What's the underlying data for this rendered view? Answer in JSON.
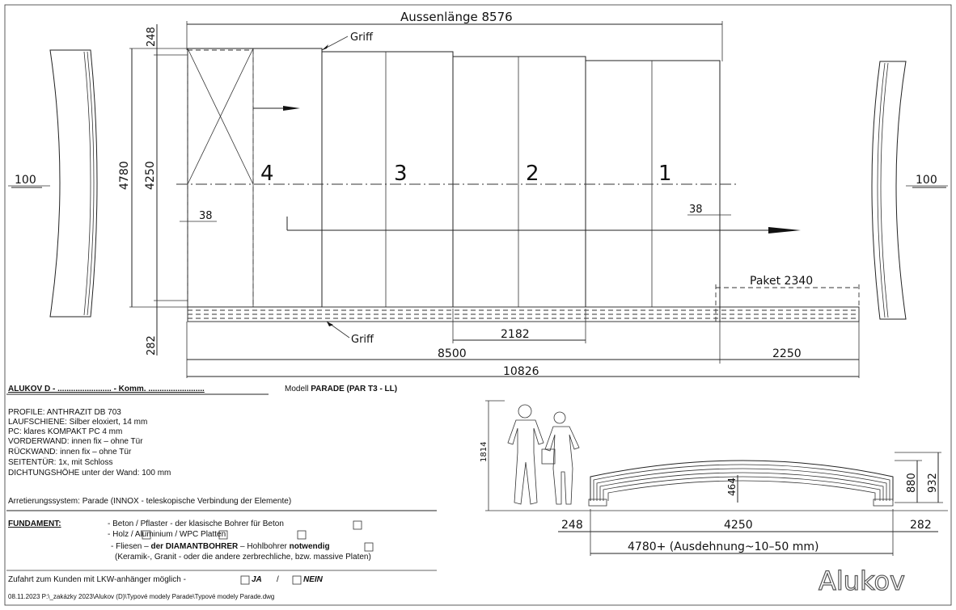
{
  "plan": {
    "outer_length_label": "Aussenlänge 8576",
    "griff_top": "Griff",
    "griff_bottom": "Griff",
    "dim_248": "248",
    "dim_4780": "4780",
    "dim_4250": "4250",
    "dim_282": "282",
    "left_end_100": "100",
    "right_end_100": "100",
    "dim_38_left": "38",
    "dim_38_right": "38",
    "segment_numbers": [
      "4",
      "3",
      "2",
      "1"
    ],
    "paket_label": "Paket 2340",
    "dim_2182": "2182",
    "dim_8500": "8500",
    "dim_2250": "2250",
    "dim_10826": "10826"
  },
  "title_block": {
    "customer_line": "ALUKOV D - ........................ - Komm. .........................",
    "model_prefix": "Modell",
    "model_value": "PARADE (PAR T3 - LL)"
  },
  "specs": [
    "PROFILE: ANTHRAZIT DB 703",
    "LAUFSCHIENE: Silber eloxiert, 14 mm",
    "PC: klares KOMPAKT PC 4 mm",
    "VORDERWAND:  innen fix – ohne Tür",
    "RÜCKWAND:      innen fix – ohne Tür",
    "SEITENTÜR:       1x, mit Schloss",
    "DICHTUNGSHÖHE unter der Wand: 100 mm"
  ],
  "arretierung": "Arretierungssystem: Parade (INNOX - teleskopische Verbindung der Elemente)",
  "fundament": {
    "label": "FUNDAMENT:",
    "line1": "- Beton  / Pflaster - der klasische Bohrer für Beton",
    "line2": "- Holz       / Aluminium       / WPC Platten",
    "line3_pre": "- Fliesen – ",
    "line3_bold": "der DIAMANTBOHRER",
    "line3_mid": " – Hohlbohrer ",
    "line3_bold2": "notwendig",
    "line4": "(Keramik-, Granit -  oder die andere zerbrechliche, bzw. massive Platen)"
  },
  "zufahrt": {
    "text": "Zufahrt zum Kunden mit LKW-anhänger möglich -",
    "ja": "JA",
    "sep": "/",
    "nein": "NEIN"
  },
  "footer_path": "08.11.2023 P:\\_zakázky 2023\\Alukov (D)\\Typové modely Parade\\Typové modely Parade.dwg",
  "section": {
    "dim_1814": "1814",
    "dim_464": "464",
    "dim_880": "880",
    "dim_932": "932",
    "dim_248": "248",
    "dim_4250": "4250",
    "dim_282": "282",
    "dim_4780": "4780+  (Ausdehnung~10–50  mm)"
  },
  "logo": "Alukov"
}
